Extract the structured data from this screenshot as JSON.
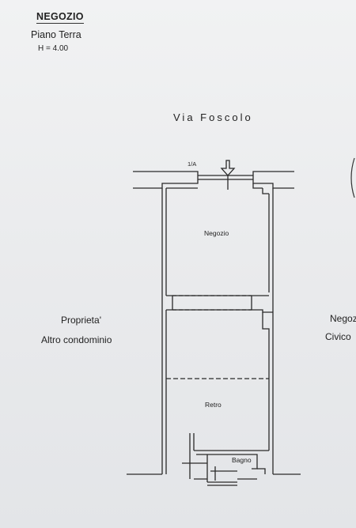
{
  "header": {
    "title": "NEGOZIO",
    "floor": "Piano Terra",
    "height": "H = 4.00"
  },
  "street": "Via Foscolo",
  "neighbors": {
    "left_line1": "Proprieta'",
    "left_line2": "Altro condominio",
    "right_line1": "Negoz",
    "right_line2": "Civico"
  },
  "rooms": {
    "shop": "Negozio",
    "back": "Retro",
    "bath": "Bagno"
  },
  "entrance_label": "1/A"
}
